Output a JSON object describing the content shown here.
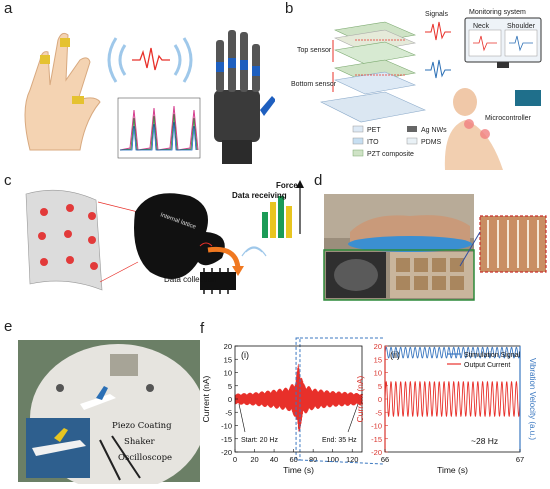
{
  "panels": {
    "a": {
      "label": "a"
    },
    "b": {
      "label": "b",
      "top_sensor": "Top sensor",
      "bottom_sensor": "Bottom sensor",
      "signals": "Signals",
      "monitoring": "Monitoring system",
      "neck": "Neck",
      "shoulder": "Shoulder",
      "microcontroller": "Microcontroller",
      "legend": [
        "PET",
        "Ag NWs",
        "ITO",
        "PDMS",
        "PZT composite"
      ]
    },
    "c": {
      "label": "c",
      "internal_lattice": "Internal lattice",
      "data_receiving": "Data receiving",
      "force": "Force",
      "data_collection": "Data collection"
    },
    "d": {
      "label": "d"
    },
    "e": {
      "label": "e",
      "piezo": "Piezo Coating",
      "shaker": "Shaker",
      "oscilloscope": "Oscilloscope"
    },
    "f": {
      "label": "f",
      "sub_i": "(i)",
      "sub_ii": "(ii)",
      "start_note": "Start: 20 Hz",
      "end_note": "End: 35 Hz",
      "hz_note": "~28 Hz",
      "ylabel_i": "Current (nA)",
      "xlabel_i": "Time (s)",
      "ylabel_ii_left": "Current (nA)",
      "ylabel_ii_right": "Vibration Velocity (a.u.)",
      "xlabel_ii": "Time (s)",
      "legend": [
        "Stimulation Signal",
        "Output Current"
      ]
    }
  },
  "chart_data": [
    {
      "type": "line",
      "title": "(i)",
      "xlabel": "Time (s)",
      "ylabel": "Current (nA)",
      "xlim": [
        0,
        130
      ],
      "ylim": [
        -20,
        20
      ],
      "x_ticks": [
        0,
        20,
        40,
        60,
        80,
        100,
        120
      ],
      "y_ticks": [
        -20,
        -15,
        -10,
        -5,
        0,
        5,
        10,
        15,
        20
      ],
      "series": [
        {
          "name": "Output Current",
          "x": [
            0,
            20,
            40,
            55,
            62,
            65,
            70,
            80,
            100,
            120,
            130
          ],
          "envelope": [
            2,
            2.5,
            3.5,
            4.5,
            7,
            14,
            6,
            4,
            3,
            2.5,
            2
          ]
        }
      ],
      "annotations": [
        "Start: 20 Hz",
        "End: 35 Hz"
      ]
    },
    {
      "type": "line",
      "title": "(ii)",
      "xlabel": "Time (s)",
      "ylabel": "Current (nA)",
      "y2label": "Vibration Velocity (a.u.)",
      "xlim": [
        66,
        67
      ],
      "ylim": [
        -20,
        20
      ],
      "x_ticks": [
        66,
        67
      ],
      "y_ticks": [
        -20,
        -15,
        -10,
        -5,
        0,
        5,
        10,
        15,
        20
      ],
      "legend_position": "top-right",
      "series": [
        {
          "name": "Stimulation Signal",
          "frequency_hz": 28,
          "center": 17.5,
          "amplitude": 2
        },
        {
          "name": "Output Current",
          "frequency_hz": 28,
          "center": 0,
          "amplitude": 6.5
        }
      ],
      "annotations": [
        "~28 Hz"
      ]
    }
  ],
  "colors": {
    "red": "#e8302a",
    "blue": "#2b6fb5",
    "chart_red_axis": "#d9322b",
    "chart_blue_axis": "#3a77c0"
  }
}
